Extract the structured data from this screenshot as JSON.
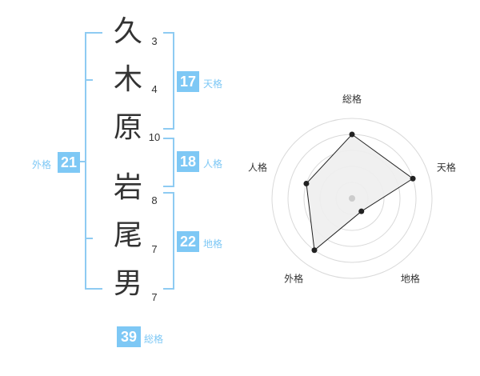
{
  "name": {
    "chars": [
      {
        "char": "久",
        "strokes": "3"
      },
      {
        "char": "木",
        "strokes": "4"
      },
      {
        "char": "原",
        "strokes": "10"
      },
      {
        "char": "岩",
        "strokes": "8"
      },
      {
        "char": "尾",
        "strokes": "7"
      },
      {
        "char": "男",
        "strokes": "7"
      }
    ]
  },
  "fortunes": {
    "tenkaku": {
      "value": "17",
      "label": "天格"
    },
    "jinkaku": {
      "value": "18",
      "label": "人格"
    },
    "chikaku": {
      "value": "22",
      "label": "地格"
    },
    "gaikaku": {
      "value": "21",
      "label": "外格"
    },
    "soukaku": {
      "value": "39",
      "label": "総格"
    }
  },
  "chart_data": {
    "type": "radar",
    "axes": [
      "総格",
      "天格",
      "地格",
      "外格",
      "人格"
    ],
    "values": [
      4,
      4,
      1,
      4,
      3
    ],
    "max": 5,
    "grid_levels": 5,
    "fill_color": "#eeeeee",
    "line_color": "#222222",
    "grid_color": "#d9d9d9"
  },
  "colors": {
    "accent": "#7ec8f5",
    "text": "#333333"
  }
}
